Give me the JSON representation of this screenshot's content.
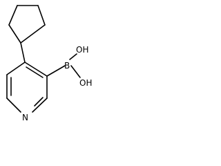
{
  "diagram": {
    "type": "chemical-structure",
    "atom_labels": {
      "nitrogen": "N",
      "boron": "B",
      "hydroxyl_top": "OH",
      "hydroxyl_bottom": "OH"
    },
    "colors": {
      "ink": "#000000",
      "background": "#ffffff"
    }
  }
}
